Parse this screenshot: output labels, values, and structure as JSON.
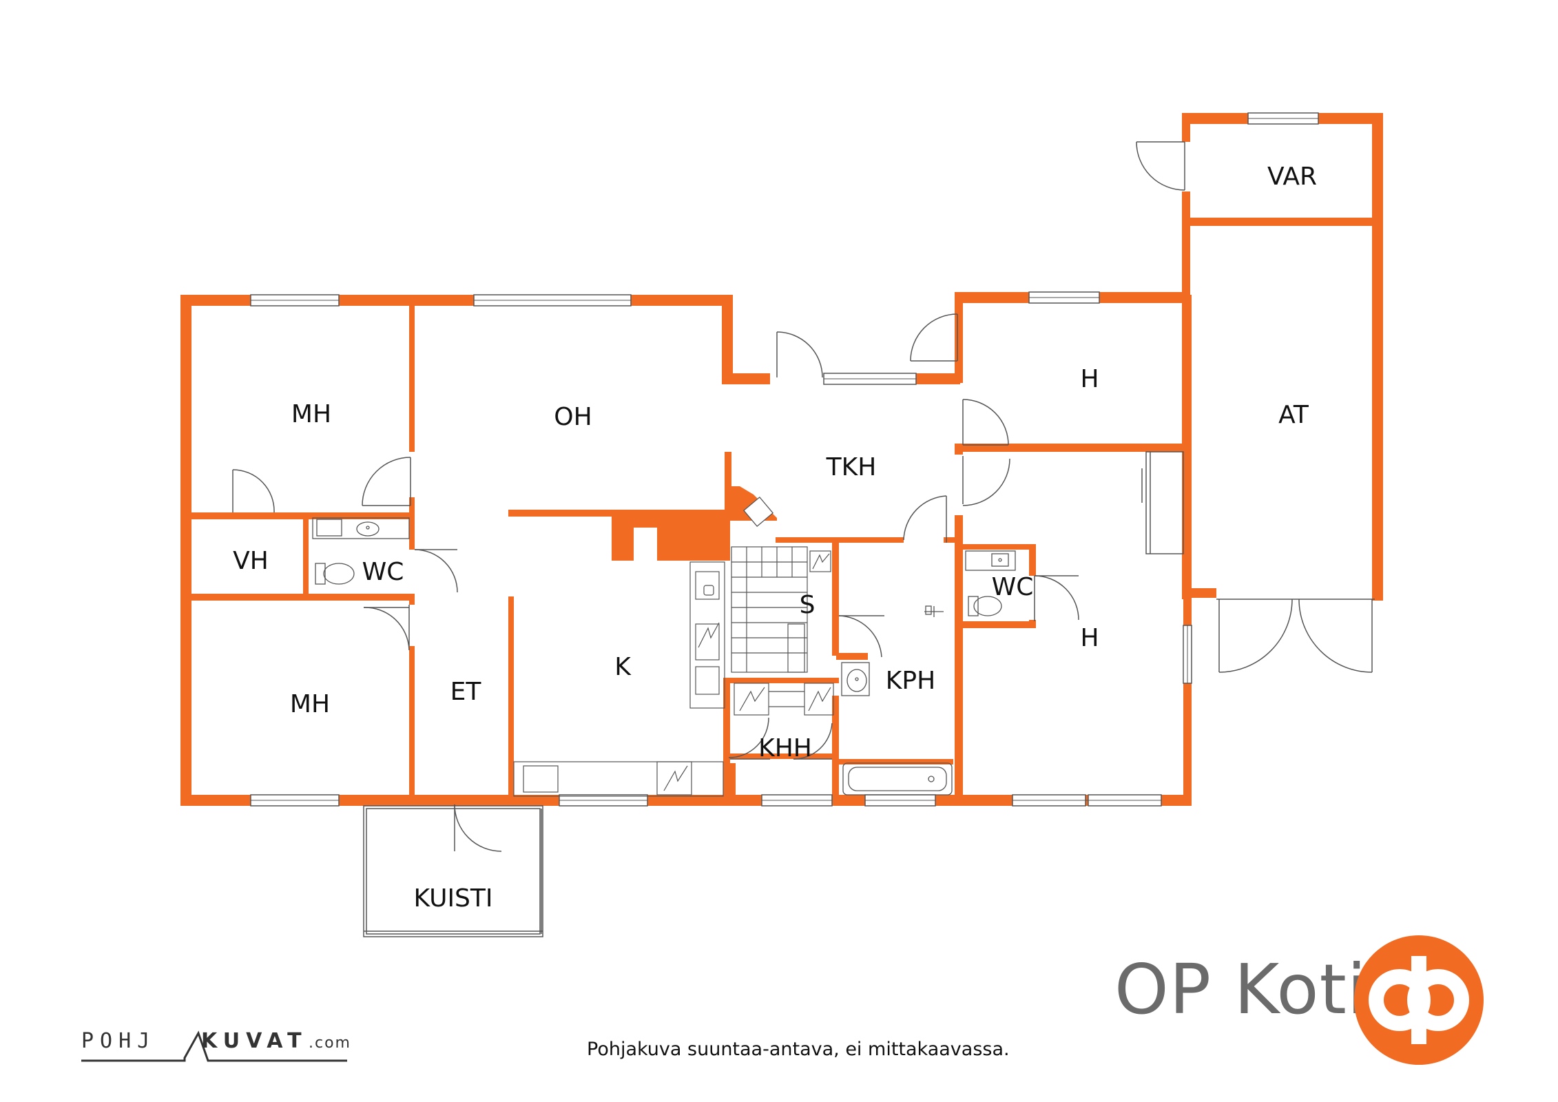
{
  "rooms": {
    "mh_top": "MH",
    "oh": "OH",
    "tkh": "TKH",
    "h_top": "H",
    "var": "VAR",
    "at": "AT",
    "vh": "VH",
    "wc_left": "WC",
    "wc_right": "WC",
    "s": "S",
    "k": "K",
    "kph": "KPH",
    "h_right": "H",
    "mh_bottom": "MH",
    "et": "ET",
    "khh": "KHH",
    "kuisti": "KUISTI"
  },
  "brand": {
    "name": "OP Koti",
    "color": "#f26b22"
  },
  "footer": {
    "disclaimer": "Pohjakuva suuntaa-antava, ei mittakaavassa.",
    "watermark_a": "POHJ",
    "watermark_b": "KUVAT",
    "watermark_c": ".com"
  },
  "colors": {
    "wall": "#f26b22",
    "line": "#555555",
    "fixture": "#888888"
  },
  "icons": [
    "door-swing-icon",
    "window-icon",
    "toilet-icon",
    "sink-icon",
    "bathtub-icon",
    "shower-icon",
    "stairs-icon",
    "op-logo-icon"
  ]
}
